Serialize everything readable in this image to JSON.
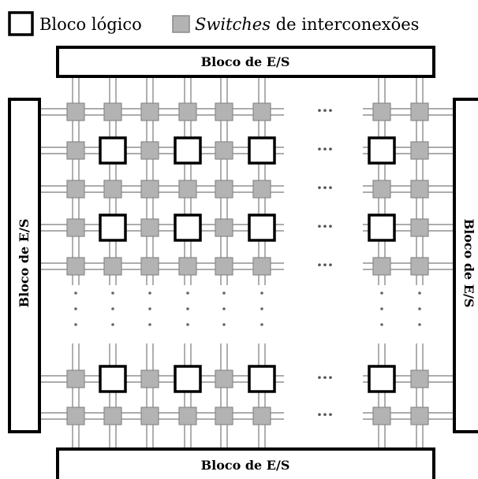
{
  "legend": {
    "logic_block_label": "Bloco lógico",
    "switch_label_italic": "Switches",
    "switch_label_rest": " de interconexões"
  },
  "io_blocks": {
    "top": "Bloco de E/S",
    "bottom": "Bloco de E/S",
    "left": "Bloco de E/S",
    "right": "Bloco de E/S"
  },
  "ellipsis": {
    "horizontal": "···",
    "vertical": "⋮"
  },
  "colors": {
    "switch_fill": "#b3b3b3",
    "switch_stroke": "#8a8a8a",
    "wire": "#7a7a7a",
    "block_stroke": "#000000"
  }
}
